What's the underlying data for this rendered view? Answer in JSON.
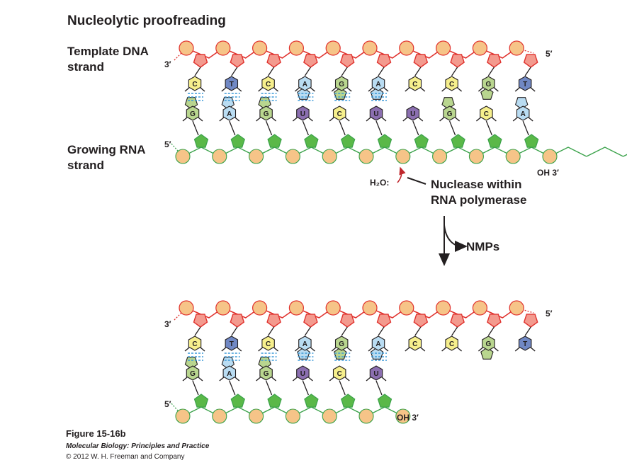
{
  "title": "Nucleolytic proofreading",
  "labels": {
    "template_line1": "Template DNA",
    "template_line2": "strand",
    "growing_line1": "Growing RNA",
    "growing_line2": "strand",
    "five_prime": "5′",
    "three_prime": "3′",
    "oh_three": "OH 3′",
    "water": "H₂O:",
    "nuclease_line1": "Nuclease within",
    "nuclease_line2": "RNA polymerase",
    "products": "NMPs"
  },
  "top_panel": {
    "template_bases": [
      "C",
      "T",
      "C",
      "A",
      "G",
      "A",
      "C",
      "C",
      "G",
      "T"
    ],
    "rna_bases": [
      "G",
      "A",
      "G",
      "U",
      "C",
      "U",
      "U",
      "G",
      "C",
      "A"
    ]
  },
  "bottom_panel": {
    "template_bases": [
      "C",
      "T",
      "C",
      "A",
      "G",
      "A",
      "C",
      "C",
      "G",
      "T"
    ],
    "rna_bases": [
      "G",
      "A",
      "G",
      "U",
      "C",
      "U"
    ]
  },
  "caption": {
    "figure": "Figure 15-16b",
    "book": "Molecular Biology: Principles and Practice",
    "copyright": "© 2012 W. H. Freeman and Company"
  },
  "colors": {
    "C": "#f6ef8c",
    "T": "#7088c4",
    "A": "#b9dcf2",
    "G": "#b9d68f",
    "U": "#8b6fb0",
    "dna_backbone": "#e0322e",
    "dna_sugar": "#f39a8e",
    "rna_backbone": "#3aa24a",
    "rna_sugar": "#5ab848",
    "phosphate": "#f6c488",
    "hbond": "#3b9ad8",
    "arrow_red": "#c0272d"
  }
}
